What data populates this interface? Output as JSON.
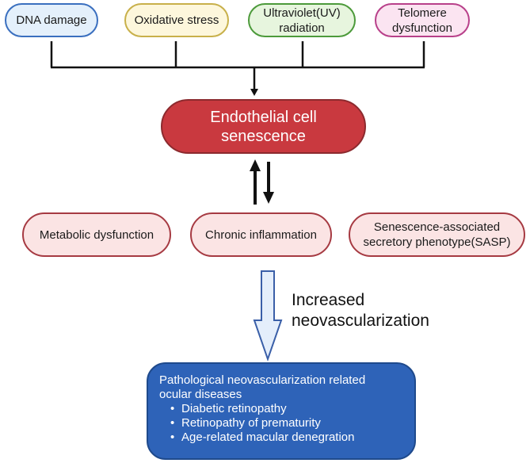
{
  "causes": [
    {
      "lines": [
        "DNA damage"
      ]
    },
    {
      "lines": [
        "Oxidative stress"
      ]
    },
    {
      "lines": [
        "Ultraviolet(UV)",
        "radiation"
      ]
    },
    {
      "lines": [
        "Telomere",
        "dysfunction"
      ]
    }
  ],
  "central": {
    "lines": [
      "Endothelial cell",
      "senescence"
    ]
  },
  "effects": [
    {
      "lines": [
        "Metabolic dysfunction"
      ]
    },
    {
      "lines": [
        "Chronic inflammation"
      ]
    },
    {
      "lines": [
        "Senescence-associated",
        "secretory phenotype(SASP)"
      ]
    }
  ],
  "outcome_label": {
    "lines": [
      "Increased",
      "neovascularization"
    ]
  },
  "diseases": {
    "title_lines": [
      "Pathological neovascularization related",
      "ocular diseases"
    ],
    "bullet": "•",
    "items": [
      "Diabetic retinopathy",
      "Retinopathy of prematurity",
      "Age-related macular denegration"
    ]
  },
  "colors": {
    "blue": "#3a6fbf",
    "yellow": "#c8b04a",
    "green": "#4c9a3a",
    "pink": "#b8408a",
    "central_fill": "#c9393f",
    "effect_border": "#a63a42",
    "disease_fill": "#2e63b8"
  }
}
